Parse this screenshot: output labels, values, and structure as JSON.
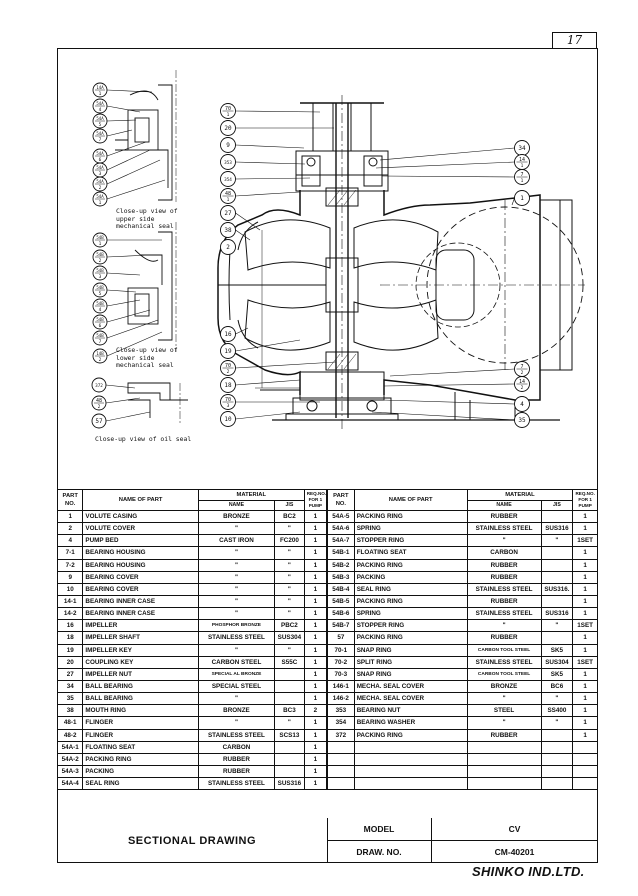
{
  "page_number": "17",
  "drawing": {
    "callouts_main": [
      {
        "top": "70",
        "bot": "1"
      },
      {
        "top": "20",
        "bot": ""
      },
      {
        "top": "9",
        "bot": ""
      },
      {
        "top": "353",
        "bot": ""
      },
      {
        "top": "354",
        "bot": ""
      },
      {
        "top": "48",
        "bot": "1"
      },
      {
        "top": "27",
        "bot": ""
      },
      {
        "top": "38",
        "bot": ""
      },
      {
        "top": "2",
        "bot": ""
      },
      {
        "top": "16",
        "bot": ""
      },
      {
        "top": "19",
        "bot": ""
      },
      {
        "top": "70",
        "bot": "2"
      },
      {
        "top": "18",
        "bot": ""
      },
      {
        "top": "70",
        "bot": "3"
      },
      {
        "top": "10",
        "bot": ""
      }
    ],
    "callouts_right": [
      {
        "top": "34",
        "bot": ""
      },
      {
        "top": "14",
        "bot": "1"
      },
      {
        "top": "7",
        "bot": "1"
      },
      {
        "top": "1",
        "bot": ""
      },
      {
        "top": "7",
        "bot": "2"
      },
      {
        "top": "14",
        "bot": "2"
      },
      {
        "top": "4",
        "bot": ""
      },
      {
        "top": "35",
        "bot": ""
      }
    ],
    "callouts_upper": [
      {
        "top": "14A",
        "bot": "1"
      },
      {
        "top": "54A",
        "bot": "4"
      },
      {
        "top": "54A",
        "bot": "5"
      },
      {
        "top": "54A",
        "bot": "7"
      },
      {
        "top": "54A",
        "bot": "6"
      },
      {
        "top": "54A",
        "bot": "3"
      },
      {
        "top": "54A",
        "bot": "2"
      },
      {
        "top": "54A",
        "bot": "1"
      }
    ],
    "callouts_lower": [
      {
        "top": "54B",
        "bot": "1"
      },
      {
        "top": "54B",
        "bot": "2"
      },
      {
        "top": "54B",
        "bot": "3"
      },
      {
        "top": "54B",
        "bot": "5"
      },
      {
        "top": "54B",
        "bot": "4"
      },
      {
        "top": "54B",
        "bot": "6"
      },
      {
        "top": "54B",
        "bot": "7"
      },
      {
        "top": "14B",
        "bot": "2"
      }
    ],
    "callouts_oil": [
      {
        "top": "372",
        "bot": ""
      },
      {
        "top": "48",
        "bot": "2"
      },
      {
        "top": "57",
        "bot": ""
      }
    ],
    "caption_upper": "Close-up view of\nupper side\nmechanical seal",
    "caption_lower": "Close-up view of\nlower side\nmechanical seal",
    "caption_oil": "Close-up view of oil seal"
  },
  "parts_header": {
    "part_no": "PART\nNO.",
    "name": "NAME OF PART",
    "material": "MATERIAL",
    "mat_name": "NAME",
    "jis": "JIS",
    "req": "REQ.NO.\nFOR 1\nPUMP"
  },
  "parts_left": [
    {
      "no": "1",
      "name": "VOLUTE CASING",
      "mat": "BRONZE",
      "jis": "BC2",
      "qty": "1"
    },
    {
      "no": "2",
      "name": "VOLUTE COVER",
      "mat": "\"",
      "jis": "\"",
      "qty": "1"
    },
    {
      "no": "4",
      "name": "PUMP BED",
      "mat": "CAST IRON",
      "jis": "FC200",
      "qty": "1"
    },
    {
      "no": "7-1",
      "name": "BEARING HOUSING",
      "mat": "\"",
      "jis": "\"",
      "qty": "1"
    },
    {
      "no": "7-2",
      "name": "BEARING HOUSING",
      "mat": "\"",
      "jis": "\"",
      "qty": "1"
    },
    {
      "no": "9",
      "name": "BEARING COVER",
      "mat": "\"",
      "jis": "\"",
      "qty": "1"
    },
    {
      "no": "10",
      "name": "BEARING COVER",
      "mat": "\"",
      "jis": "\"",
      "qty": "1"
    },
    {
      "no": "14-1",
      "name": "BEARING INNER CASE",
      "mat": "\"",
      "jis": "\"",
      "qty": "1"
    },
    {
      "no": "14-2",
      "name": "BEARING INNER CASE",
      "mat": "\"",
      "jis": "\"",
      "qty": "1"
    },
    {
      "no": "16",
      "name": "IMPELLER",
      "mat": "PHOSPHOR BRONZE",
      "jis": "PBC2",
      "qty": "1",
      "small": true
    },
    {
      "no": "18",
      "name": "IMPELLER SHAFT",
      "mat": "STAINLESS STEEL",
      "jis": "SUS304",
      "qty": "1"
    },
    {
      "no": "19",
      "name": "IMPELLER KEY",
      "mat": "\"",
      "jis": "\"",
      "qty": "1"
    },
    {
      "no": "20",
      "name": "COUPLING KEY",
      "mat": "CARBON STEEL",
      "jis": "S55C",
      "qty": "1"
    },
    {
      "no": "27",
      "name": "IMPELLER NUT",
      "mat": "SPECIAL AL BRONZE",
      "jis": "",
      "qty": "1",
      "small": true
    },
    {
      "no": "34",
      "name": "BALL BEARING",
      "mat": "SPECIAL STEEL",
      "jis": "",
      "qty": "1"
    },
    {
      "no": "35",
      "name": "BALL BEARING",
      "mat": "\"",
      "jis": "",
      "qty": "1"
    },
    {
      "no": "38",
      "name": "MOUTH RING",
      "mat": "BRONZE",
      "jis": "BC3",
      "qty": "2"
    },
    {
      "no": "48-1",
      "name": "FLINGER",
      "mat": "\"",
      "jis": "\"",
      "qty": "1"
    },
    {
      "no": "48-2",
      "name": "FLINGER",
      "mat": "STAINLESS STEEL",
      "jis": "SCS13",
      "qty": "1"
    },
    {
      "no": "54A-1",
      "name": "FLOATING SEAT",
      "mat": "CARBON",
      "jis": "",
      "qty": "1"
    },
    {
      "no": "54A-2",
      "name": "PACKING RING",
      "mat": "RUBBER",
      "jis": "",
      "qty": "1"
    },
    {
      "no": "54A-3",
      "name": "PACKING",
      "mat": "RUBBER",
      "jis": "",
      "qty": "1"
    },
    {
      "no": "54A-4",
      "name": "SEAL RING",
      "mat": "STAINLESS STEEL",
      "jis": "SUS316",
      "qty": "1"
    }
  ],
  "parts_right": [
    {
      "no": "54A-5",
      "name": "PACKING RING",
      "mat": "RUBBER",
      "jis": "",
      "qty": "1"
    },
    {
      "no": "54A-6",
      "name": "SPRING",
      "mat": "STAINLESS STEEL",
      "jis": "SUS316",
      "qty": "1"
    },
    {
      "no": "54A-7",
      "name": "STOPPER RING",
      "mat": "\"",
      "jis": "\"",
      "qty": "1SET"
    },
    {
      "no": "54B-1",
      "name": "FLOATING SEAT",
      "mat": "CARBON",
      "jis": "",
      "qty": "1"
    },
    {
      "no": "54B-2",
      "name": "PACKING RING",
      "mat": "RUBBER",
      "jis": "",
      "qty": "1"
    },
    {
      "no": "54B-3",
      "name": "PACKING",
      "mat": "RUBBER",
      "jis": "",
      "qty": "1"
    },
    {
      "no": "54B-4",
      "name": "SEAL RING",
      "mat": "STAINLESS STEEL",
      "jis": "SUS316.",
      "qty": "1"
    },
    {
      "no": "54B-5",
      "name": "PACKING RING",
      "mat": "RUBBER",
      "jis": "",
      "qty": "1"
    },
    {
      "no": "54B-6",
      "name": "SPRING",
      "mat": "STAINLESS STEEL",
      "jis": "SUS316",
      "qty": "1"
    },
    {
      "no": "54B-7",
      "name": "STOPPER RING",
      "mat": "\"",
      "jis": "\"",
      "qty": "1SET"
    },
    {
      "no": "57",
      "name": "PACKING RING",
      "mat": "RUBBER",
      "jis": "",
      "qty": "1"
    },
    {
      "no": "70-1",
      "name": "SNAP RING",
      "mat": "CARBON TOOL STEEL",
      "jis": "SK5",
      "qty": "1",
      "small": true
    },
    {
      "no": "70-2",
      "name": "SPLIT RING",
      "mat": "STAINLESS STEEL",
      "jis": "SUS304",
      "qty": "1SET"
    },
    {
      "no": "70-3",
      "name": "SNAP RING",
      "mat": "CARBON TOOL STEEL",
      "jis": "SK5",
      "qty": "1",
      "small": true
    },
    {
      "no": "146-1",
      "name": "MECHA. SEAL COVER",
      "mat": "BRONZE",
      "jis": "BC6",
      "qty": "1"
    },
    {
      "no": "146-2",
      "name": "MECHA. SEAL COVER",
      "mat": "\"",
      "jis": "\"",
      "qty": "1"
    },
    {
      "no": "353",
      "name": "BEARING NUT",
      "mat": "STEEL",
      "jis": "SS400",
      "qty": "1"
    },
    {
      "no": "354",
      "name": "BEARING WASHER",
      "mat": "\"",
      "jis": "\"",
      "qty": "1"
    },
    {
      "no": "372",
      "name": "PACKING RING",
      "mat": "RUBBER",
      "jis": "",
      "qty": "1"
    },
    {
      "no": "",
      "name": "",
      "mat": "",
      "jis": "",
      "qty": ""
    },
    {
      "no": "",
      "name": "",
      "mat": "",
      "jis": "",
      "qty": ""
    },
    {
      "no": "",
      "name": "",
      "mat": "",
      "jis": "",
      "qty": ""
    },
    {
      "no": "",
      "name": "",
      "mat": "",
      "jis": "",
      "qty": ""
    }
  ],
  "title_block": {
    "title": "SECTIONAL DRAWING",
    "model_label": "MODEL",
    "model_value": "CV",
    "draw_no_label": "DRAW. NO.",
    "draw_no_value": "CM-40201"
  },
  "company": "SHINKO IND.LTD."
}
